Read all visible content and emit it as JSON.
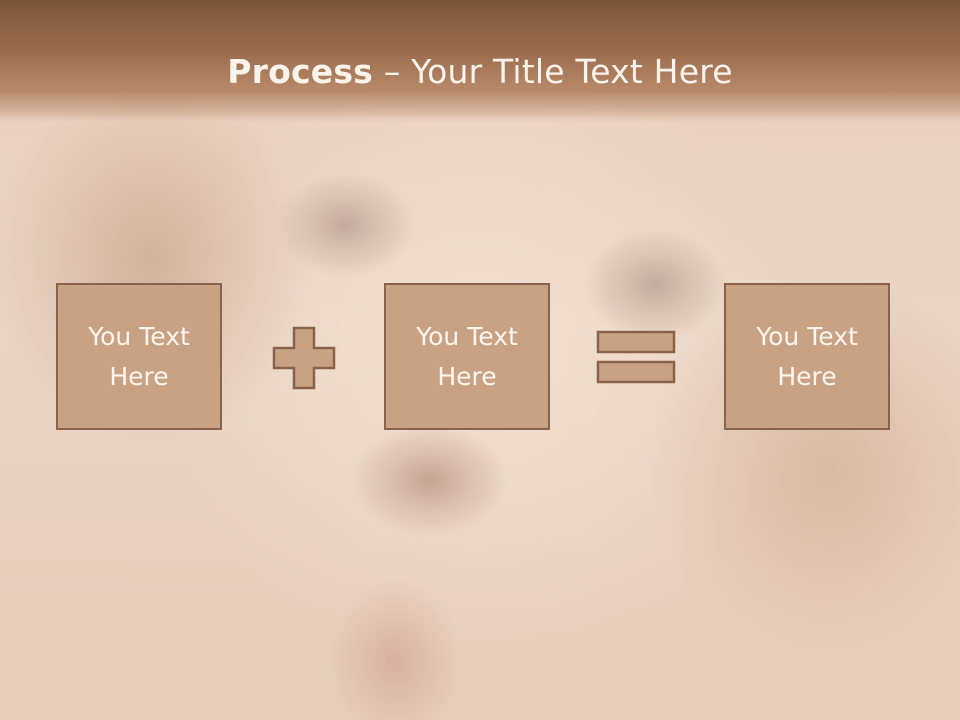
{
  "slide": {
    "title_bold": "Process",
    "title_rest": " – Your Title Text Here"
  },
  "boxes": [
    {
      "text": "You Text Here"
    },
    {
      "text": "You Text Here"
    },
    {
      "text": "You Text Here"
    }
  ],
  "colors": {
    "header_top": "#7b5538",
    "box_fill": "#c9a284",
    "box_border": "#8b6249",
    "text_light": "#fff6ef"
  },
  "icons": [
    "plus-icon",
    "equals-icon"
  ]
}
